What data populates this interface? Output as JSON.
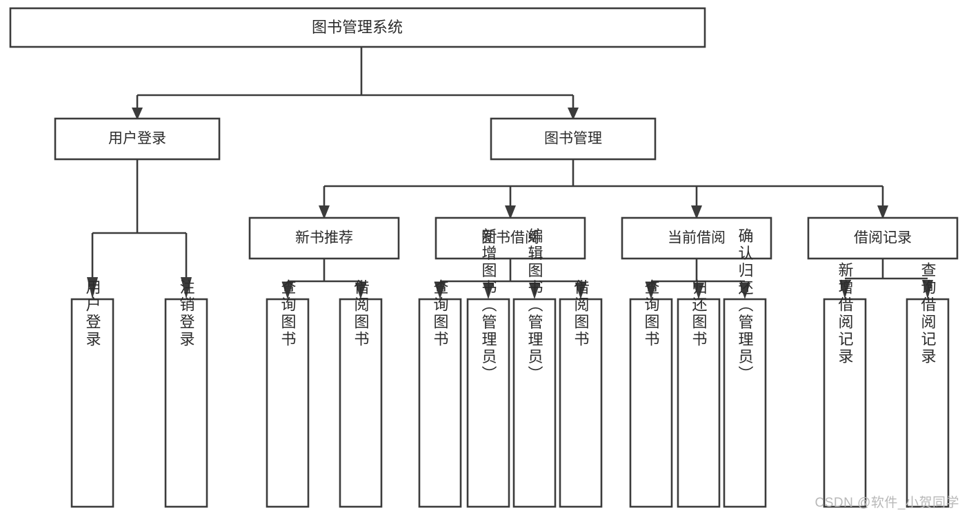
{
  "diagram": {
    "kind": "tree-hierarchy-chart",
    "title_node": {
      "label": "图书管理系统"
    },
    "level1": [
      {
        "label": "用户登录"
      },
      {
        "label": "图书管理"
      }
    ],
    "level2": [
      {
        "label": "新书推荐"
      },
      {
        "label": "图书借阅"
      },
      {
        "label": "当前借阅"
      },
      {
        "label": "借阅记录"
      }
    ],
    "leaves": {
      "user_login": [
        {
          "label": "用户登录"
        },
        {
          "label": "注销登录"
        }
      ],
      "new_book_recommend": [
        {
          "label": "查询图书"
        },
        {
          "label": "借阅图书"
        }
      ],
      "book_borrow": [
        {
          "label": "查询图书"
        },
        {
          "label": "新增图书（管理员）"
        },
        {
          "label": "编辑图书（管理员）"
        },
        {
          "label": "借阅图书"
        }
      ],
      "current_borrow": [
        {
          "label": "查询图书"
        },
        {
          "label": "归还图书"
        },
        {
          "label": "确认归还（管理员）"
        }
      ],
      "borrow_record": [
        {
          "label": "新增借阅记录"
        },
        {
          "label": "查询借阅记录"
        }
      ]
    }
  },
  "watermark": {
    "text": "CSDN @软件_小贺同学"
  },
  "colors": {
    "box_stroke": "#3b3b3b",
    "box_fill": "#ffffff",
    "text": "#2b2b2b",
    "watermark": "#b8b8b8",
    "background": "#ffffff"
  }
}
